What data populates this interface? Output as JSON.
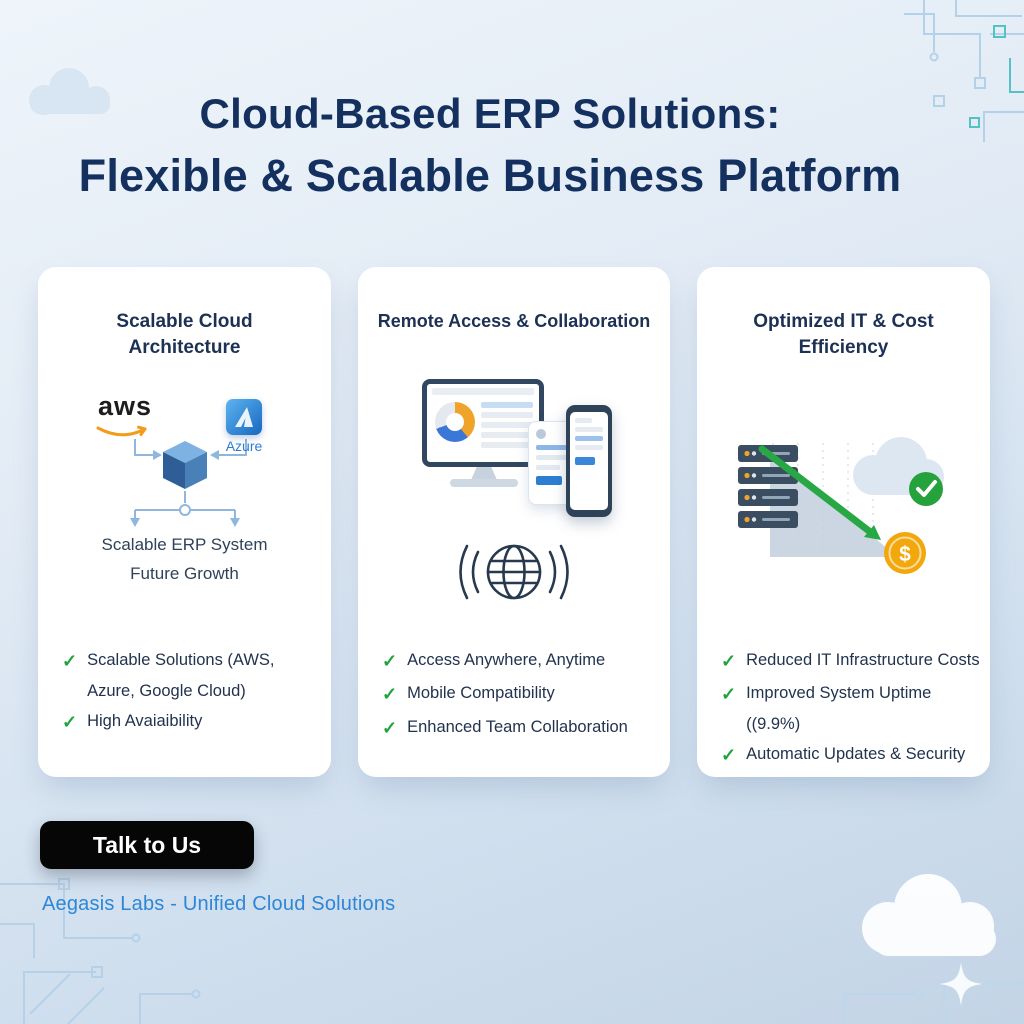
{
  "title": {
    "line1": "Cloud-Based ERP Solutions:",
    "line2": "Flexible & Scalable Business Platform"
  },
  "cards": [
    {
      "heading": "Scalable Cloud Architecture",
      "diagram": {
        "aws_label": "aws",
        "azure_label": "Azure",
        "caption_line1": "Scalable ERP System",
        "caption_line2": "Future Growth"
      },
      "bullets": [
        "Scalable Solutions (AWS, Azure, Google Cloud)",
        "High Avaiaibility"
      ]
    },
    {
      "heading": "Remote Access & Collaboration",
      "bullets": [
        "Access Anywhere, Anytime",
        "Mobile Compatibility",
        "Enhanced Team Collaboration"
      ]
    },
    {
      "heading": "Optimized IT & Cost Efficiency",
      "bullets": [
        "Reduced IT Infrastructure Costs",
        "Improved System Uptime ((9.9%)",
        "Automatic Updates & Security"
      ]
    }
  ],
  "cta": {
    "label": "Talk to Us"
  },
  "footer": {
    "brand_line": "Aegasis Labs - Unified Cloud Solutions"
  },
  "icons": {
    "check": "✓",
    "dollar": "$"
  },
  "colors": {
    "title_navy": "#14305f",
    "check_green": "#1ea43a",
    "footer_blue": "#2e86d6",
    "cta_black": "#060606",
    "aws_orange": "#f59b1b",
    "azure_blue": "#2f7ad1",
    "coin_gold": "#f2a70d",
    "arrow_green": "#28a745"
  }
}
